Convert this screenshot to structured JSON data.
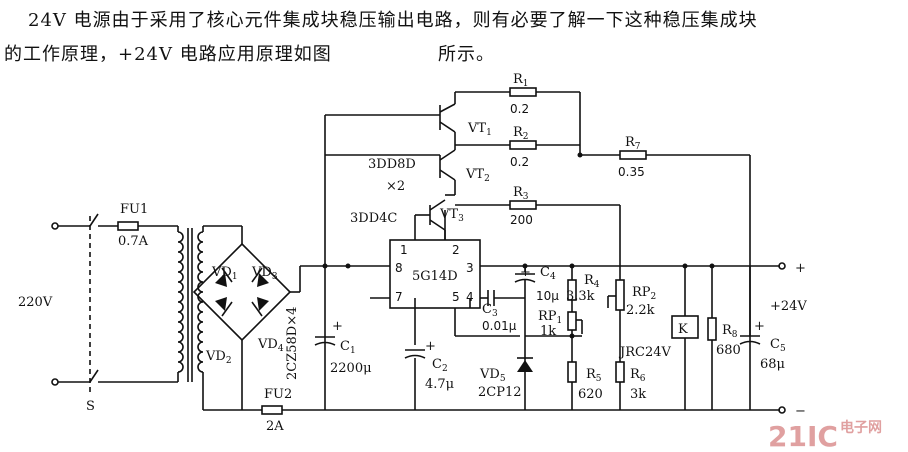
{
  "paragraph": {
    "line1": "24V 电源由于采用了核心元件集成块稳压输出电路，则有必要了解一下这种稳压集成块",
    "line2": "的工作原理，+24V 电路应用原理如图",
    "line2_tail": "所示。"
  },
  "labels": {
    "fu1": "FU1",
    "fu1_val": "0.7A",
    "fu2": "FU2",
    "fu2_val": "2A",
    "ac": "220V",
    "switch": "S",
    "vd1": "VD",
    "vd1_sub": "1",
    "vd2": "VD",
    "vd2_sub": "2",
    "vd3": "VD",
    "vd3_sub": "3",
    "vd4": "VD",
    "vd4_sub": "4",
    "bridge": "2CZ58D×4",
    "c1": "C",
    "c1_sub": "1",
    "c1_val": "2200μ",
    "c2": "C",
    "c2_sub": "2",
    "c2_val": "4.7μ",
    "c3": "C",
    "c3_sub": "3",
    "c3_val": "0.01μ",
    "c4": "C",
    "c4_sub": "4",
    "c4_val": "10μ",
    "c5": "C",
    "c5_sub": "5",
    "c5_val": "68μ",
    "r1": "R",
    "r1_sub": "1",
    "r1_val": "0.2",
    "r2": "R",
    "r2_sub": "2",
    "r2_val": "0.2",
    "r3": "R",
    "r3_sub": "3",
    "r3_val": "200",
    "r4": "R",
    "r4_sub": "4",
    "r4_val": "3.3k",
    "r5": "R",
    "r5_sub": "5",
    "r5_val": "620",
    "r6": "R",
    "r6_sub": "6",
    "r6_val": "3k",
    "r7": "R",
    "r7_sub": "7",
    "r7_val": "0.35",
    "r8": "R",
    "r8_sub": "8",
    "r8_val": "680",
    "rp1": "RP",
    "rp1_sub": "1",
    "rp1_val": "1k",
    "rp2": "RP",
    "rp2_sub": "2",
    "rp2_val": "2.2k",
    "vt1": "VT",
    "vt1_sub": "1",
    "vt2": "VT",
    "vt2_sub": "2",
    "vt3": "VT",
    "vt3_sub": "3",
    "vt12_type": "3DD8D",
    "vt12_count": "×2",
    "vt3_type": "3DD4C",
    "vd5": "VD",
    "vd5_sub": "5",
    "vd5_val": "2CP12",
    "ic": "5G14D",
    "ic_pins": [
      "1",
      "2",
      "3",
      "4",
      "5",
      "7",
      "8"
    ],
    "relay": "K",
    "relay_type": "JRC24V",
    "out_plus": "+",
    "out_minus": "−",
    "out_voltage": "+24V",
    "watermark": "21IC",
    "watermark_cn": "电子网"
  }
}
